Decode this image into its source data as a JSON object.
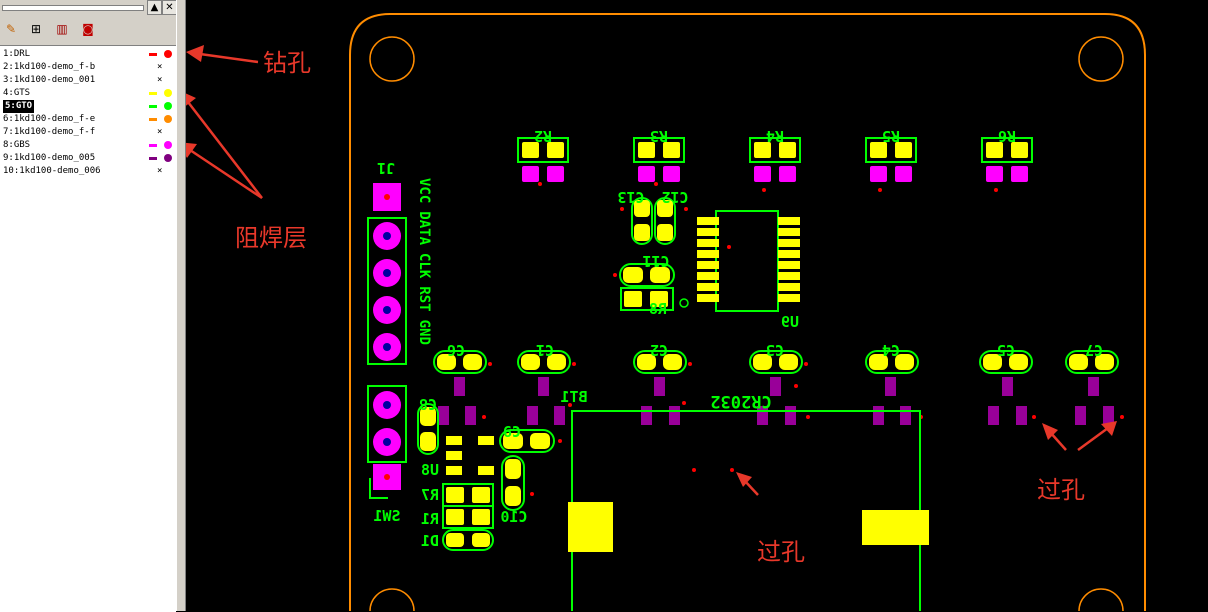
{
  "layers": [
    {
      "label": "1:DRL",
      "mark": "dot",
      "color": "#ff0000",
      "selected": false
    },
    {
      "label": "2:1kd100-demo_f-b",
      "mark": "x",
      "color": "",
      "selected": false
    },
    {
      "label": "3:1kd100-demo_001",
      "mark": "x",
      "color": "",
      "selected": false
    },
    {
      "label": "4:GTS",
      "mark": "dot",
      "color": "#ffff00",
      "selected": false
    },
    {
      "label": "5:GTO",
      "mark": "dot",
      "color": "#00ff00",
      "selected": true
    },
    {
      "label": "6:1kd100-demo_f-e",
      "mark": "dot",
      "color": "#ff8c00",
      "selected": false
    },
    {
      "label": "7:1kd100-demo_f-f",
      "mark": "x",
      "color": "",
      "selected": false
    },
    {
      "label": "8:GBS",
      "mark": "dot",
      "color": "#ff00ff",
      "selected": false
    },
    {
      "label": "9:1kd100-demo_005",
      "mark": "dot",
      "color": "#800080",
      "selected": false
    },
    {
      "label": "10:1kd100-demo_006",
      "mark": "x",
      "color": "",
      "selected": false
    }
  ],
  "annotations": {
    "drill": "钻孔",
    "solder_mask": "阻焊层",
    "via_right": "过孔",
    "via_center": "过孔"
  },
  "pcb": {
    "designators": {
      "r2": "R2",
      "r3": "R3",
      "r4": "R4",
      "r5": "R5",
      "r6": "R6",
      "c13": "C13",
      "c12": "C12",
      "c11": "C11",
      "r8": "R8",
      "u9": "U9",
      "j1": "J1",
      "c6": "C6",
      "c1": "C1",
      "c2": "C2",
      "c3": "C3",
      "c4": "C4",
      "c5": "C5",
      "c7": "C7",
      "c8": "C8",
      "c9": "C9",
      "u8": "U8",
      "r7": "R7",
      "r1": "R1",
      "d1": "D1",
      "c10": "C10",
      "sw1": "SW1",
      "bt1": "BT1",
      "cr2032": "CR2032"
    },
    "pin_labels": [
      "VCC",
      "DATA",
      "CLK",
      "RST",
      "GND"
    ]
  },
  "colors": {
    "outline": "#ff8c00",
    "silk": "#00ff00",
    "pad": "#ffff00",
    "mask": "#ff00ff",
    "mask_dark": "#990099",
    "drill": "#ff0000",
    "annotation": "#e8382a",
    "panel_bg": "#d4d0c8"
  },
  "icons": [
    "broom-icon",
    "add-layer-icon",
    "layers-book-icon",
    "record-icon"
  ]
}
